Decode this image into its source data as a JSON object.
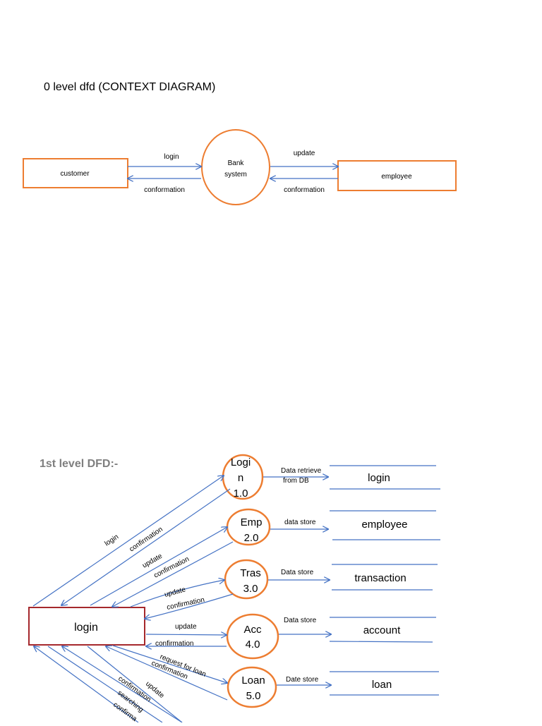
{
  "colors": {
    "entity_border": "#ED7D31",
    "process_border": "#ED7D31",
    "arrow": "#4472C4",
    "login_border": "#A5282C",
    "store_line": "#4472C4",
    "subtitle_gray": "#7F7F7F"
  },
  "context": {
    "title": "0 level dfd (CONTEXT DIAGRAM)",
    "customer": "customer",
    "process_line1": "Bank",
    "process_line2": "system",
    "employee": "employee",
    "login_flow": "login",
    "conf_left": "conformation",
    "update_flow": "update",
    "conf_right": "conformation"
  },
  "level1": {
    "title": "1st level DFD:-",
    "login_entity": "login",
    "processes": [
      {
        "line1": "Logi",
        "line2": "n",
        "line3": "1.0"
      },
      {
        "line1": "Emp",
        "line2": "2.0"
      },
      {
        "line1": "Tras",
        "line2": "3.0"
      },
      {
        "line1": "Acc",
        "line2": "4.0"
      },
      {
        "line1": "Loan",
        "line2": "5.0"
      }
    ],
    "stores": [
      "login",
      "employee",
      "transaction",
      "account",
      "loan"
    ],
    "store_flows": [
      {
        "line1": "Data  retrieve",
        "line2": "from DB"
      },
      {
        "line1": "data store"
      },
      {
        "line1": "Data store"
      },
      {
        "line1": "Data store"
      },
      {
        "line1": "Date store"
      }
    ],
    "flows": {
      "login": "login",
      "confirmation1": "confirmation",
      "update2": "update",
      "confirmation2": "confirmation",
      "update3": "update",
      "confirmation3": "confirmation",
      "update4": "update",
      "confirmation4": "confirmation",
      "request_loan": "request for loan",
      "confirmation5": "confirmation",
      "update_low": "update",
      "confirmation_low": "confirmation",
      "searching": "searching",
      "confirm_cut": "confirma"
    }
  }
}
